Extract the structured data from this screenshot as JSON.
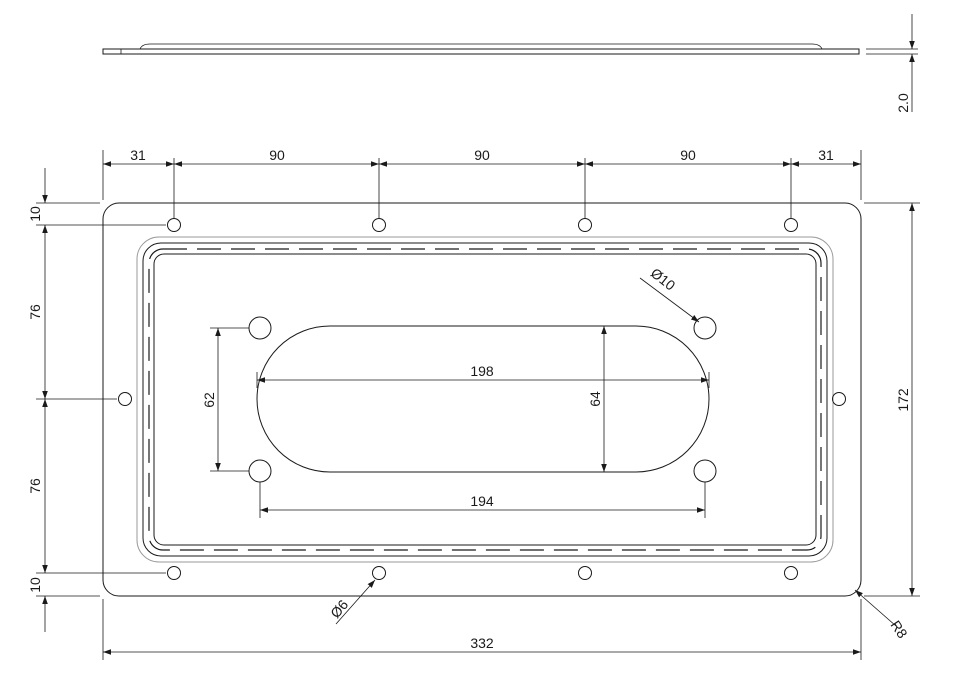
{
  "drawing": {
    "thickness": "2.0",
    "hole_spacing": [
      "31",
      "90",
      "90",
      "90",
      "31"
    ],
    "edge_offset_top": "10",
    "edge_offset_bottom": "10",
    "side_spacing_upper": "76",
    "side_spacing_lower": "76",
    "overall_height": "172",
    "overall_width": "332",
    "corner_radius": "R8",
    "small_hole_dia": "Ø6",
    "large_hole_dia": "Ø10",
    "slot_length": "198",
    "slot_width": "64",
    "large_hole_vertical": "62",
    "large_hole_horizontal": "194"
  }
}
